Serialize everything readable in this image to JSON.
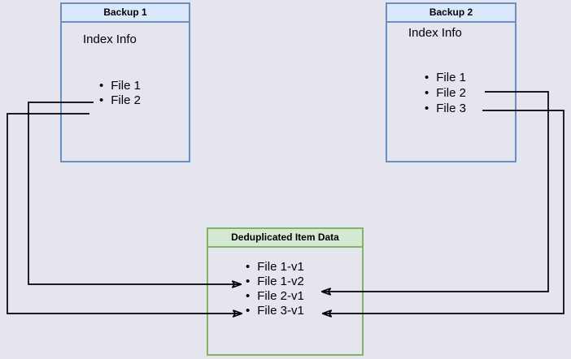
{
  "diagram": {
    "backup1": {
      "title": "Backup 1",
      "subtitle": "Index Info",
      "items": [
        "File 1",
        "File 2"
      ]
    },
    "backup2": {
      "title": "Backup 2",
      "subtitle": "Index Info",
      "items": [
        "File 1",
        "File 2",
        "File 3"
      ]
    },
    "dedup": {
      "title": "Deduplicated Item Data",
      "items": [
        "File 1-v1",
        "File 1-v2",
        "File 2-v1",
        "File 3-v1"
      ]
    },
    "connections": [
      {
        "from": "Backup 1 / File 1",
        "to": "File 1-v1",
        "direction": "left-route"
      },
      {
        "from": "Backup 1 / File 2",
        "to": "File 2-v1",
        "direction": "left-route"
      },
      {
        "from": "Backup 2 / File 1",
        "to": "File 1-v2",
        "direction": "right-route"
      },
      {
        "from": "Backup 2 / File 2",
        "to": "File 2-v1",
        "direction": "right-route"
      }
    ],
    "colors": {
      "background": "#e5e5f0",
      "backup_fill": "#dae8fc",
      "backup_border": "#6c8ebf",
      "dedup_fill": "#d5e8d4",
      "dedup_border": "#82b366",
      "connector": "#000000",
      "text": "#000000"
    }
  }
}
